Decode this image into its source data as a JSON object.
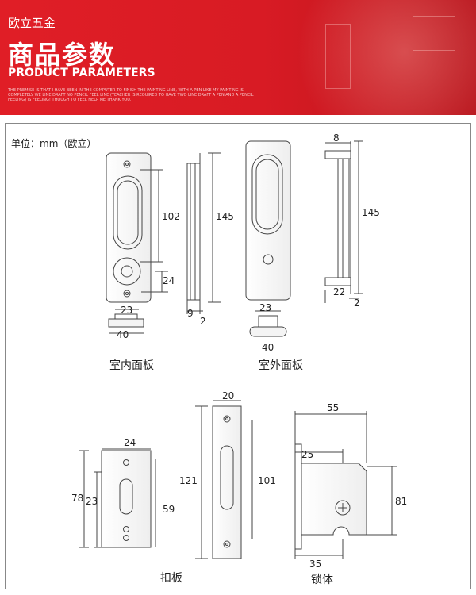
{
  "header": {
    "brand": "欧立五金",
    "title": "商品参数",
    "subtitle": "PRODUCT PARAMETERS",
    "fine_print": "THE PREMISE IS THAT I HAVE BEEN IN THE COMPUTER TO FINISH THE PAINTING LINE, WITH A PEN LIKE MY PAINTING IS COMPLETELY WE LINE DRAFT NO PENCIL FEEL LINE (TEACHER IS REQUIRED TO HAVE TWO LINE DRAFT A PEN AND A PENCIL FEELING) IS FEELING! THOUGH TO FEEL HELP ME THANK YOU.",
    "colors": {
      "banner": "#e01e26",
      "text": "#ffffff"
    }
  },
  "unit_label": "单位：mm（欧立）",
  "parts": {
    "indoor_panel": {
      "caption": "室内面板",
      "dims": {
        "height_total": "145",
        "slot_length": "102",
        "knob_offset": "24",
        "width_top": "23",
        "width_base": "40",
        "depth_a": "9",
        "depth_b": "2"
      }
    },
    "outdoor_panel": {
      "caption": "室外面板",
      "dims": {
        "height_total": "145",
        "depth_top": "8",
        "depth_bottom": "22",
        "depth_b": "2",
        "width_top": "23",
        "width_base": "40"
      }
    },
    "strike_plate": {
      "caption": "扣板",
      "dims": {
        "width": "24",
        "height_outer": "78",
        "slot_height": "23",
        "height_inner": "59"
      }
    },
    "faceplate": {
      "dims": {
        "width": "20",
        "height_outer": "121",
        "slot_height": "101"
      }
    },
    "lock_body": {
      "caption": "锁体",
      "dims": {
        "width_total": "55",
        "backset": "25",
        "height": "81",
        "hook_width": "35"
      }
    }
  }
}
